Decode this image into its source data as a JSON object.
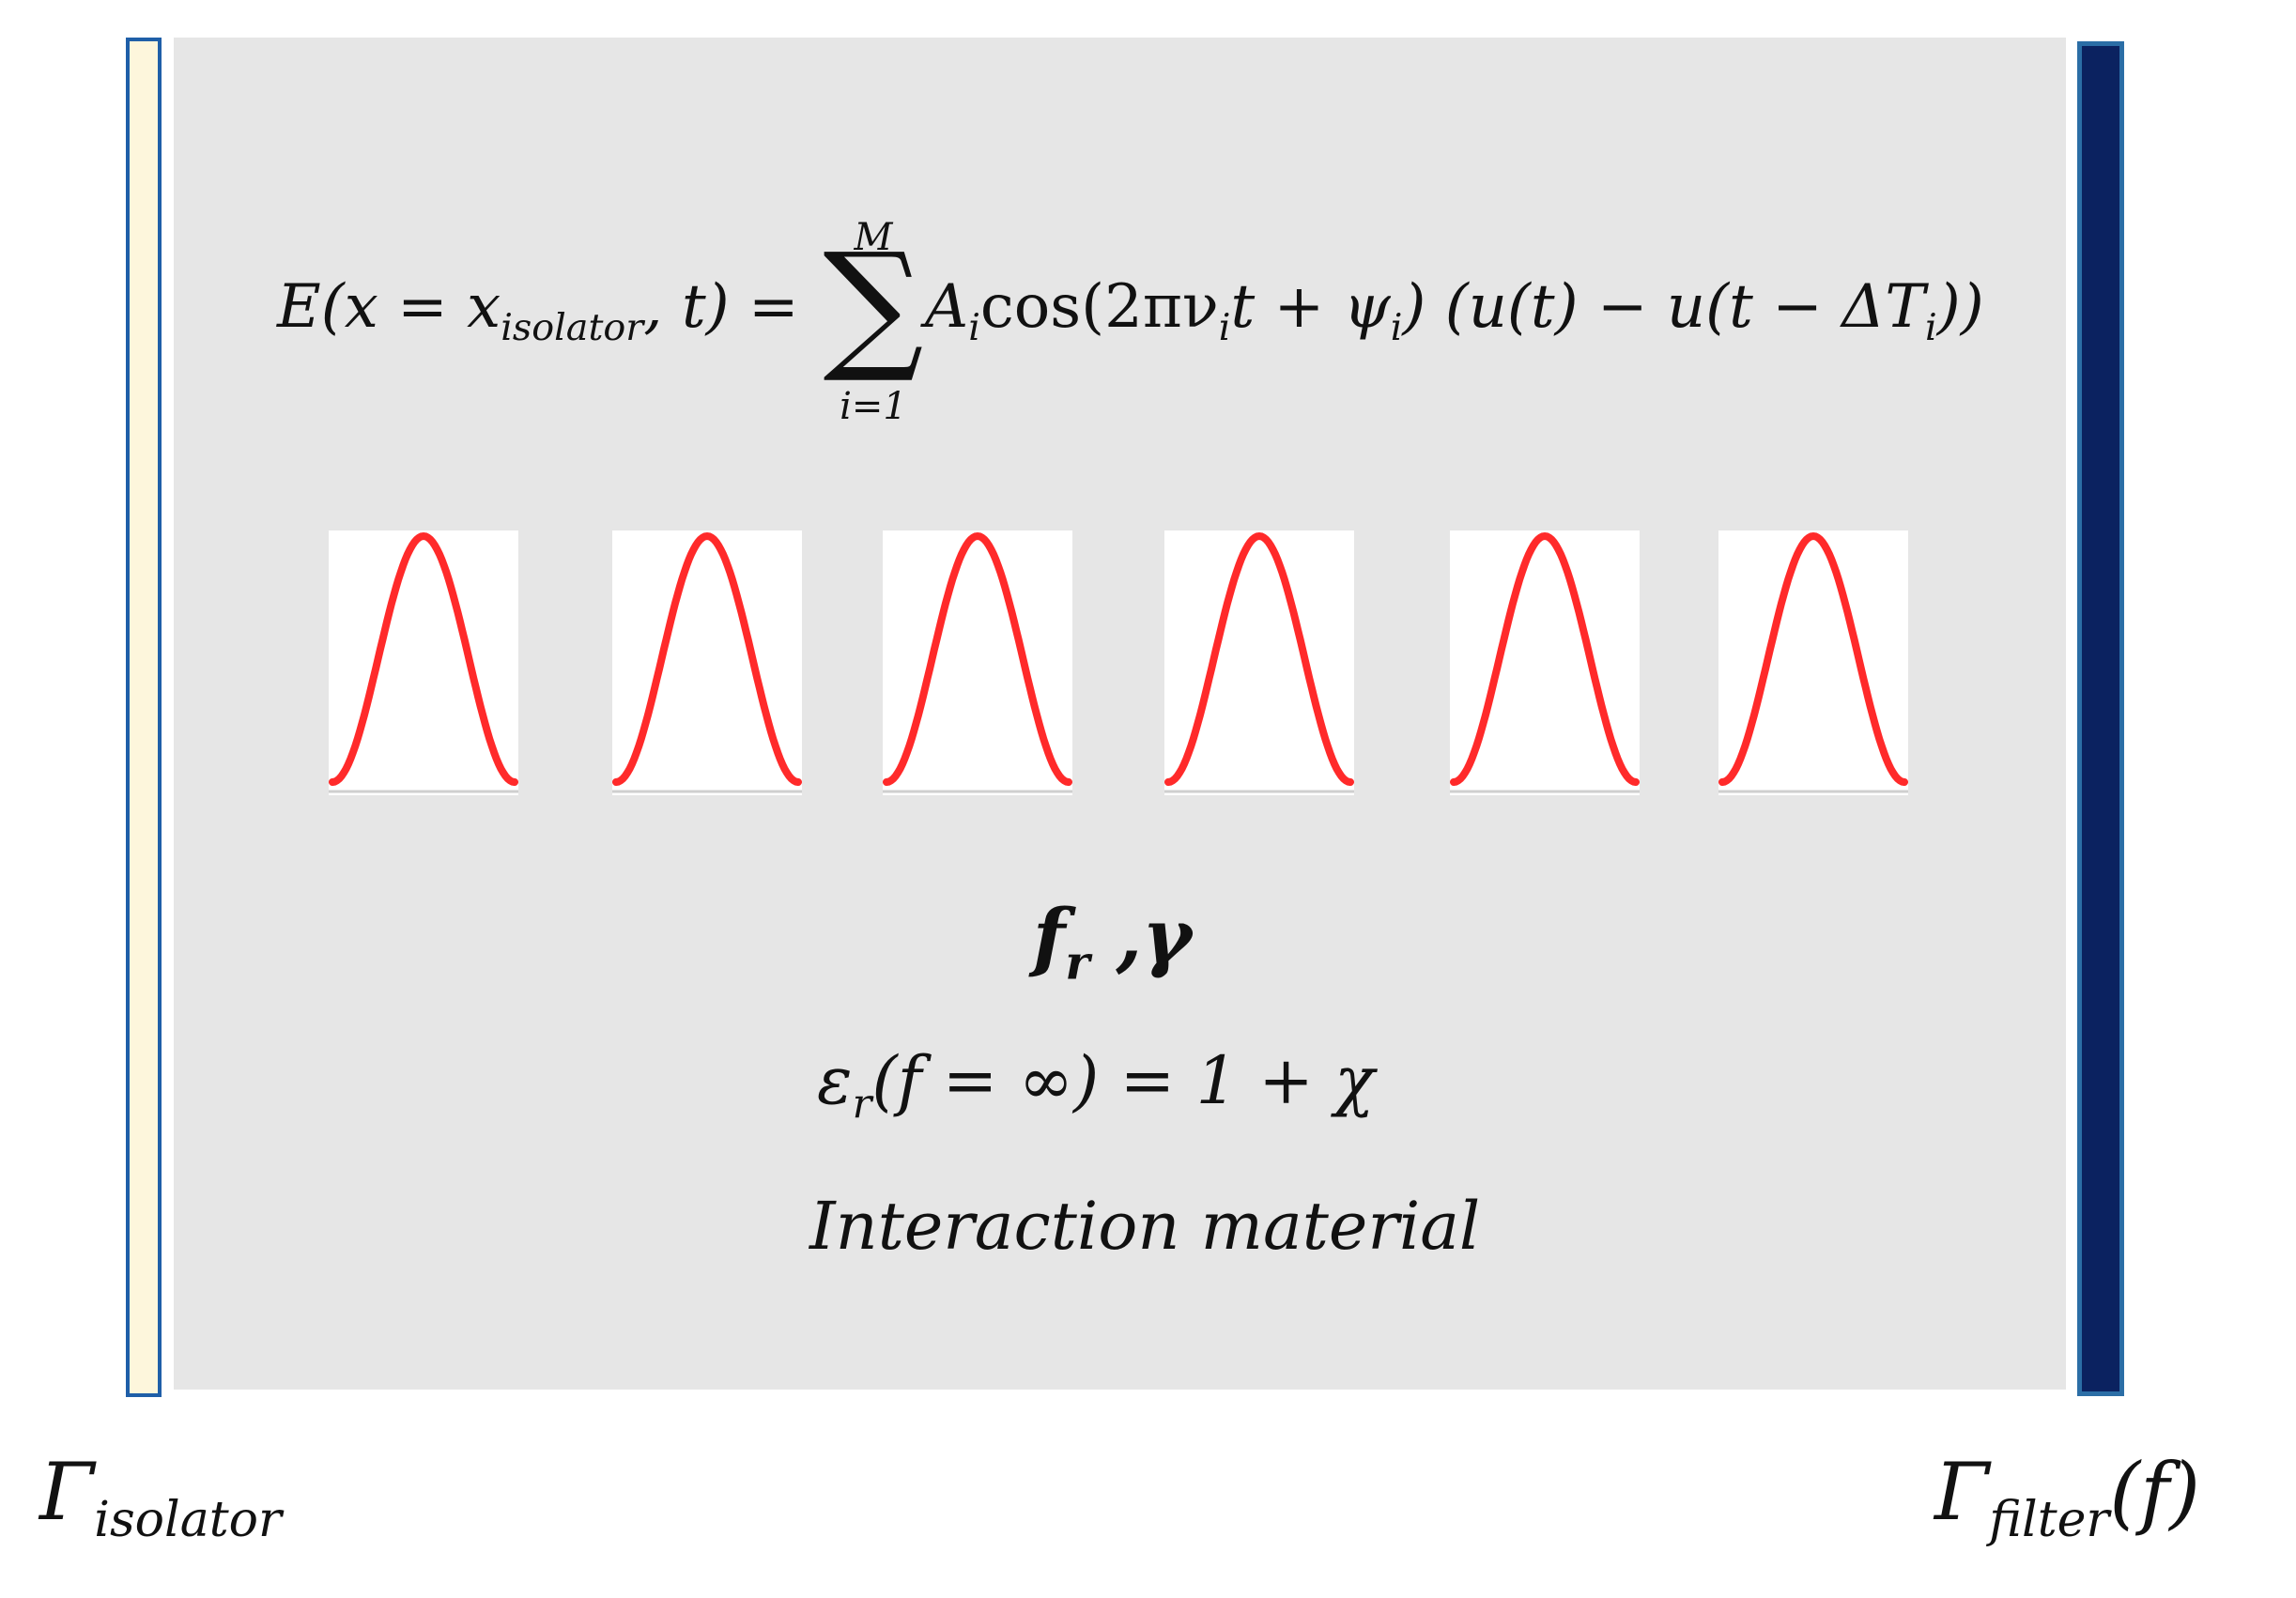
{
  "equation": {
    "lhs": "E(x = x",
    "lhs_sub": "isolator",
    "lhs_end": ", t) =",
    "sum_upper": "M",
    "sum_lower": "i=1",
    "sum_symbol": "∑",
    "rhs_a": "A",
    "rhs_a_sub": "i",
    "rhs_cos": "cos(2πν",
    "rhs_nu_sub": "i",
    "rhs_mid": "t + ψ",
    "rhs_psi_sub": "i",
    "rhs_tail": ") (u(t) −  u(t − ΔT",
    "rhs_dt_sub": "i",
    "rhs_close": "))"
  },
  "pulses": {
    "count": 6,
    "color": "#ff2a2a",
    "background": "#ffffff"
  },
  "parameters": {
    "fr_main": "f",
    "fr_sub": "r",
    "fr_rest": " ,γ"
  },
  "permittivity": {
    "eps": "ε",
    "eps_sub": "r",
    "rest": "(f  = ∞) = 1 + χ"
  },
  "material_label": "Interaction material",
  "boundaries": {
    "isolator_gamma": "Γ",
    "isolator_sub": "isolator",
    "filter_gamma": "Γ",
    "filter_sub": "filter",
    "filter_tail": "(f)",
    "isolator_color": "#fdf6dc",
    "filter_color": "#0b2260"
  }
}
